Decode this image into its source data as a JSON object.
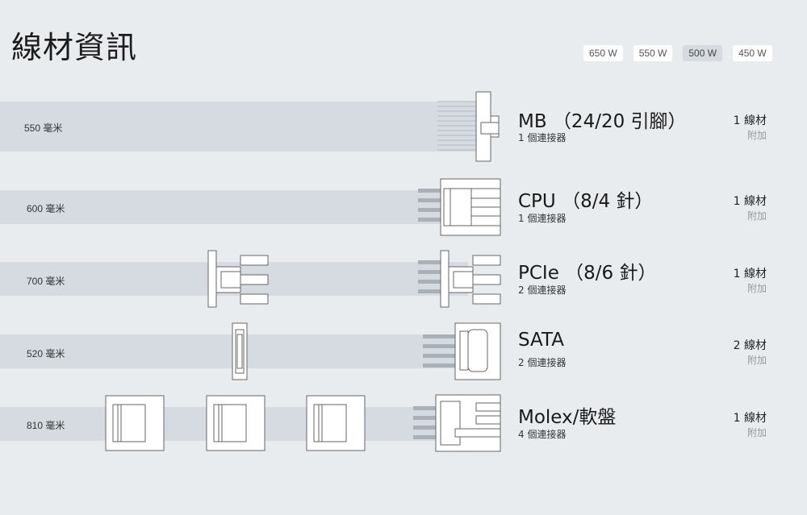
{
  "title": "線材資訊",
  "wattage_options": [
    {
      "label": "650 W",
      "selected": false
    },
    {
      "label": "550 W",
      "selected": false
    },
    {
      "label": "500 W",
      "selected": true
    },
    {
      "label": "450 W",
      "selected": false
    }
  ],
  "cables": [
    {
      "length": "550 毫米",
      "name": "MB （24/20 引腳）",
      "connectors": "1 個連接器",
      "quantity": "1 線材",
      "type": "附加"
    },
    {
      "length": "600 毫米",
      "name": "CPU （8/4 針）",
      "connectors": "1 個連接器",
      "quantity": "1 線材",
      "type": "附加"
    },
    {
      "length": "700 毫米",
      "name": "PCIe （8/6 針）",
      "connectors": "2 個連接器",
      "quantity": "1 線材",
      "type": "附加"
    },
    {
      "length": "520 毫米",
      "name": "SATA",
      "connectors": "2 個連接器",
      "quantity": "2 線材",
      "type": "附加"
    },
    {
      "length": "810 毫米",
      "name": "Molex/軟盤",
      "connectors": "4 個連接器",
      "quantity": "1 線材",
      "type": "附加"
    }
  ],
  "colors": {
    "background": "#e9ecef",
    "band": "#d5dbe1",
    "selected_tab": "#d6dbe1"
  }
}
